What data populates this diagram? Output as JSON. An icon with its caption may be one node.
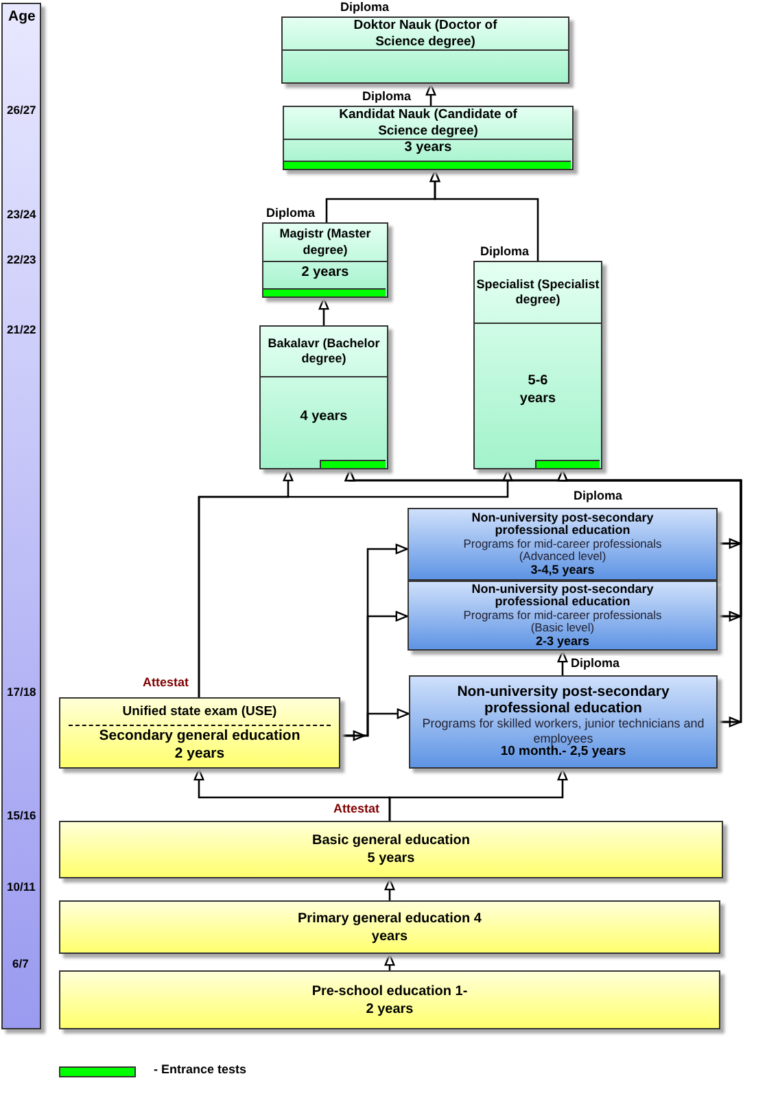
{
  "diagram": {
    "nodes": [
      {
        "text": [
          "Doktor Nauk (Doctor of Science degree)"
        ],
        "beside": [
          "Diploma"
        ]
      },
      {
        "text": [
          "Kandidat Nauk (Candidate of Science degree)",
          "3 years"
        ],
        "beside": [
          "Diploma"
        ]
      },
      {
        "text": [
          "Magistr (Master degree)",
          "2 years"
        ],
        "beside": [
          "Diploma"
        ]
      },
      {
        "text": [
          "Specialist (Specialist degree)",
          "5-6 years"
        ],
        "beside": [
          "Diploma"
        ]
      },
      {
        "text": [
          "Bakalavr (Bachelor degree)",
          "4 years"
        ]
      },
      {
        "text": [
          "Non-university post-secondary professional education",
          "Programs for mid-career professionals (Advanced level)",
          "3-4,5 years"
        ],
        "beside": [
          "Diploma"
        ]
      },
      {
        "text": [
          "Non-university post-secondary professional education",
          "Programs for mid-career professionals (Basic level)",
          "2-3 years"
        ]
      },
      {
        "text": [
          "Non-university post-secondary professional education",
          "Programs for skilled workers,  junior technicians and employees",
          "10 month.- 2,5 years"
        ]
      },
      {
        "text": [
          "Unified state exam (USE)",
          "Secondary general education 2 years"
        ],
        "beside": [
          "Attestat"
        ]
      },
      {
        "text": [
          "Basic general education 5 years"
        ],
        "beside": [
          "Attestat"
        ]
      },
      {
        "text": [
          "Primary general education 4 years"
        ]
      },
      {
        "text": [
          "Pre-school education 1-2 years"
        ]
      }
    ],
    "edges": [
      {
        "from": 11,
        "to": 10,
        "arrow": "to"
      },
      {
        "from": 10,
        "to": 9,
        "arrow": "to"
      },
      {
        "from": 9,
        "to": 8,
        "arrow": "to"
      },
      {
        "from": 9,
        "to": 7,
        "arrow": "to"
      },
      {
        "from": 8,
        "to": 5,
        "arrow": "to"
      },
      {
        "from": 8,
        "to": 6,
        "arrow": "to"
      },
      {
        "from": 8,
        "to": 7,
        "arrow": "to"
      },
      {
        "from": 7,
        "to": 6,
        "arrow": "to",
        "label": "Diploma"
      },
      {
        "from": 8,
        "to": 4,
        "arrow": "to"
      },
      {
        "from": 8,
        "to": 3,
        "arrow": "to"
      },
      {
        "from": 5,
        "to": 4,
        "arrow": "to"
      },
      {
        "from": 5,
        "to": 3,
        "arrow": "to"
      },
      {
        "from": 6,
        "to": 4,
        "arrow": "to"
      },
      {
        "from": 6,
        "to": 3,
        "arrow": "to"
      },
      {
        "from": 7,
        "to": 4,
        "arrow": "to"
      },
      {
        "from": 7,
        "to": 3,
        "arrow": "to"
      },
      {
        "from": 4,
        "to": 2,
        "arrow": "to"
      },
      {
        "from": 2,
        "to": 1,
        "arrow": "to"
      },
      {
        "from": 3,
        "to": 1,
        "arrow": "to"
      },
      {
        "from": 1,
        "to": 0,
        "arrow": "to"
      }
    ],
    "labels": [
      "Age",
      "26/27",
      "23/24",
      "22/23",
      "21/22",
      "17/18",
      "15/16",
      "10/11",
      "6/7"
    ],
    "legend": [
      {
        "text": "- Entrance tests",
        "color": "#00ff00"
      }
    ]
  }
}
